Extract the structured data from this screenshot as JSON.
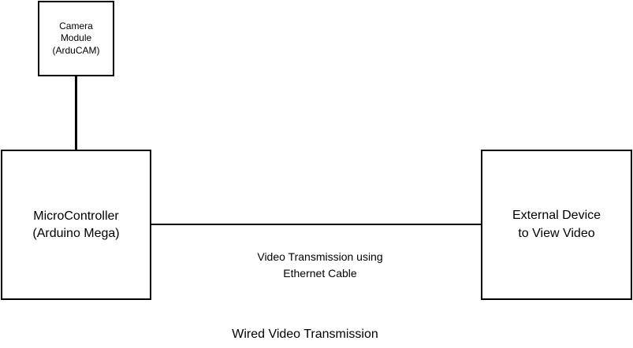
{
  "nodes": {
    "camera": {
      "label": "Camera\nModule\n(ArduCAM)"
    },
    "microcontroller": {
      "label": "MicroController\n(Arduino Mega)"
    },
    "external_device": {
      "label": "External Device\nto View Video"
    }
  },
  "edges": [
    {
      "from": "camera",
      "to": "microcontroller",
      "label": ""
    },
    {
      "from": "microcontroller",
      "to": "external_device",
      "label": "Video Transmission using\nEthernet Cable"
    }
  ],
  "caption": "Wired Video Transmission",
  "colors": {
    "stroke": "#000000",
    "fill": "#ffffff",
    "text": "#000000"
  }
}
